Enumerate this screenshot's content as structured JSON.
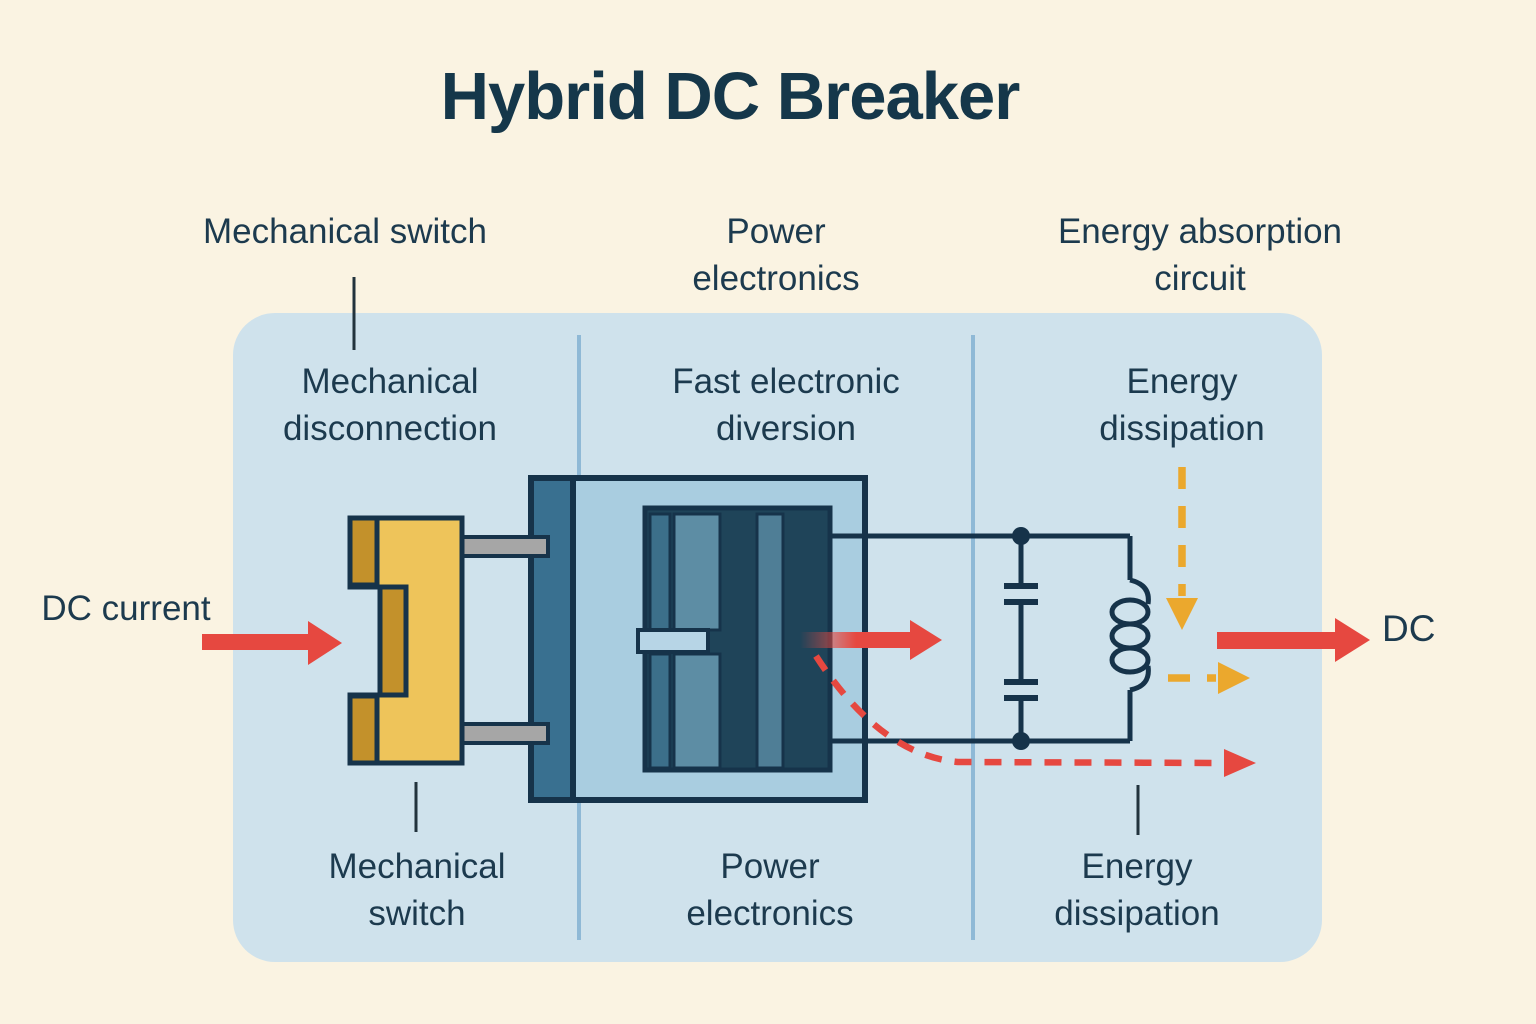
{
  "title": "Hybrid DC Breaker",
  "panel": {
    "top_labels": [
      {
        "text": "Mechanical switch"
      },
      {
        "text": "Power electronics"
      },
      {
        "text": "Energy absorption circuit"
      }
    ],
    "sections": [
      {
        "heading": "Mechanical disconnection",
        "footer_label": "Mechanical switch"
      },
      {
        "heading": "Fast electronic diversion",
        "footer_label": "Power electronics"
      },
      {
        "heading": "Energy dissipation",
        "footer_label": "Energy dissipation"
      }
    ]
  },
  "flow": {
    "input_label": "DC current",
    "output_label": "DC"
  },
  "symbols": [
    "mechanical-switch-symbol",
    "power-electronics-box-symbol",
    "capacitor-symbol",
    "inductor-symbol",
    "dc-current-arrow",
    "diverted-current-arrow",
    "dc-output-arrow",
    "energy-dissipation-arrow",
    "residual-current-arrow"
  ],
  "colors": {
    "background": "#faf3e2",
    "panel": "#cfe2ec",
    "divider": "#8fb9d6",
    "text": "#1c3a4e",
    "outline": "#16334a",
    "switch_yellow": "#eec45a",
    "switch_olive": "#c3912b",
    "connector_gray": "#a6a6a6",
    "box_light": "#a9cde0",
    "box_band": "#397090",
    "box_inner": "#1f4459",
    "arrow_red": "#e64840",
    "arrow_orange": "#eba82d"
  }
}
